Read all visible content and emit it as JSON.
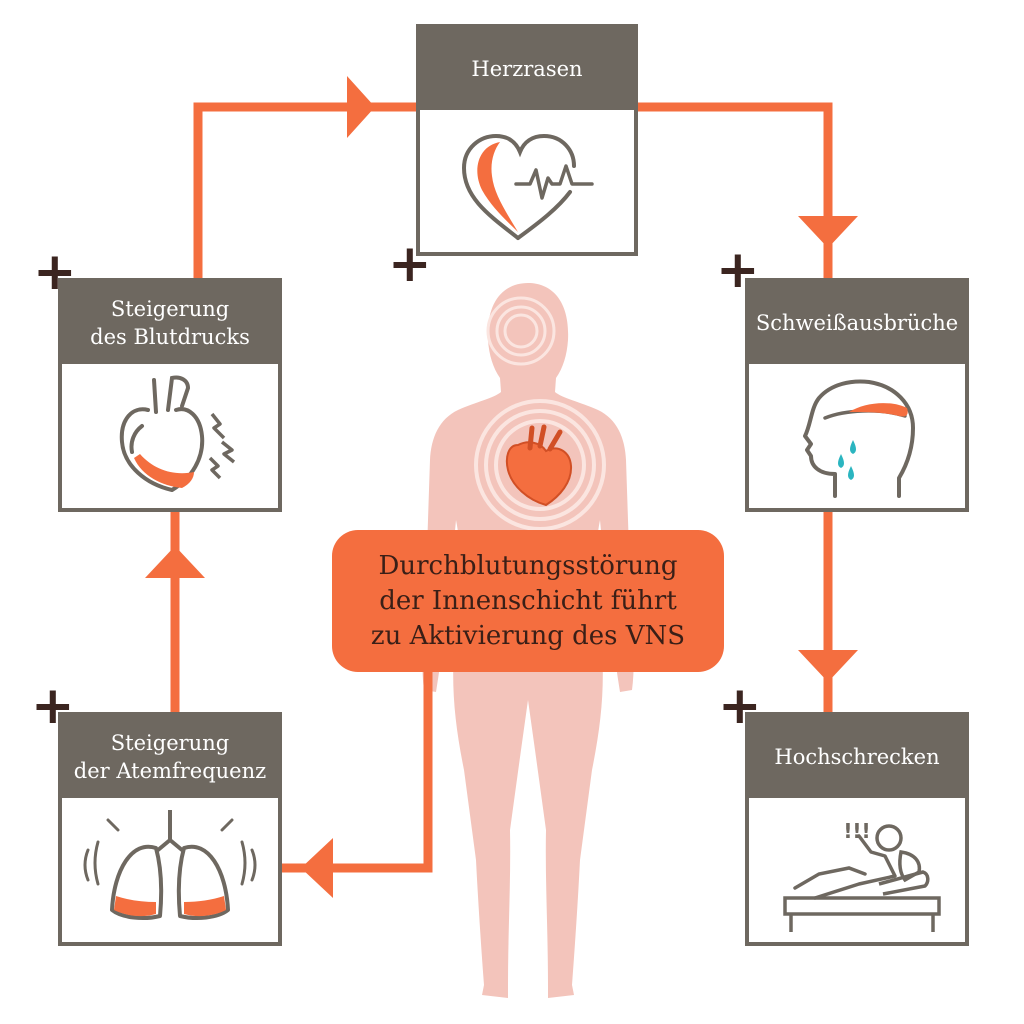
{
  "colors": {
    "accent": "#f46e3f",
    "card_frame": "#6e6860",
    "body_silhouette": "#f3c4bb",
    "plus": "#3b2520",
    "sweat_drop": "#2bb5c0"
  },
  "nodes": {
    "herzrasen": {
      "label": "Herzrasen",
      "icon": "heart-pulse-icon"
    },
    "schweiss": {
      "label": "Schweißausbrüche",
      "icon": "sweating-head-icon"
    },
    "hochschrecken": {
      "label": "Hochschrecken",
      "icon": "startled-in-bed-icon",
      "exclaim": "!!!"
    },
    "atemfrequenz": {
      "label": "Steigerung\nder Atemfrequenz",
      "icon": "lungs-icon"
    },
    "blutdruck": {
      "label": "Steigerung\ndes Blutdrucks",
      "icon": "heart-pressure-icon"
    }
  },
  "center": {
    "lines": [
      "Durchblutungsstörung",
      "der Innenschicht führt",
      "zu Aktivierung des VNS"
    ]
  },
  "plus_sign": "+"
}
